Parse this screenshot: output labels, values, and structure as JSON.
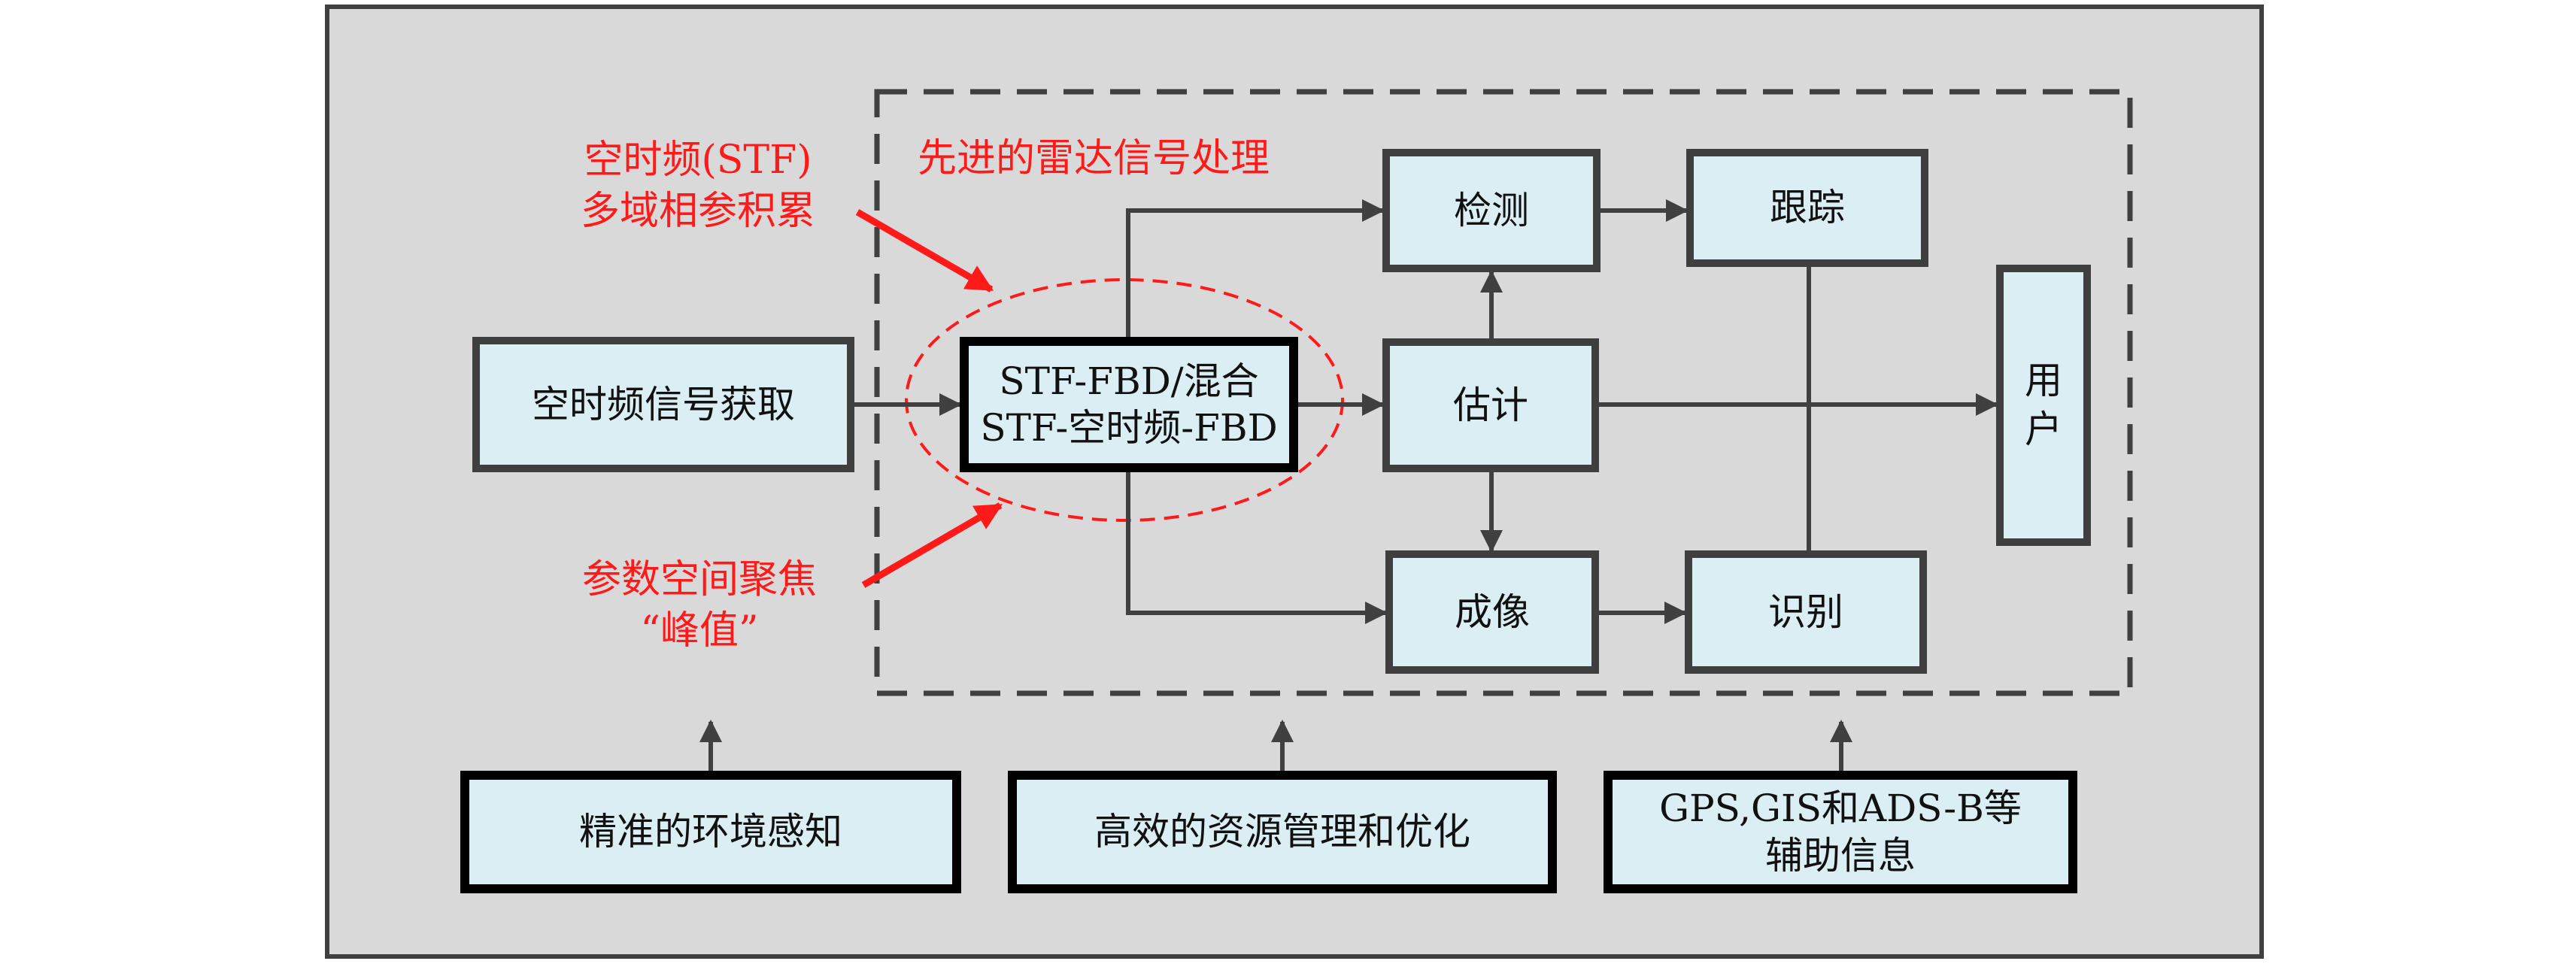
{
  "region_title": "先进的雷达信号处理",
  "annotation_top": [
    "空时频(STF)",
    "多域相参积累"
  ],
  "annotation_bottom": [
    "参数空间聚焦",
    "“峰值”"
  ],
  "boxes": {
    "acquisition": [
      "空时频信号获取"
    ],
    "stf_fbd": [
      "STF-FBD/混合",
      "STF-空时频-FBD"
    ],
    "detection": [
      "检测"
    ],
    "tracking": [
      "跟踪"
    ],
    "estimation": [
      "估计"
    ],
    "user": [
      "用",
      "户"
    ],
    "imaging": [
      "成像"
    ],
    "recognition": [
      "识别"
    ],
    "environment": [
      "精准的环境感知"
    ],
    "resource": [
      "高效的资源管理和优化"
    ],
    "auxiliary": [
      "GPS,GIS和ADS-B等",
      "辅助信息"
    ]
  },
  "colors": {
    "frame_bg": "#d9d9d9",
    "box_fill": "#daeef3",
    "box_border": "#3f3f3f",
    "arrow": "#404040",
    "accent_red": "#ff1a1a"
  }
}
